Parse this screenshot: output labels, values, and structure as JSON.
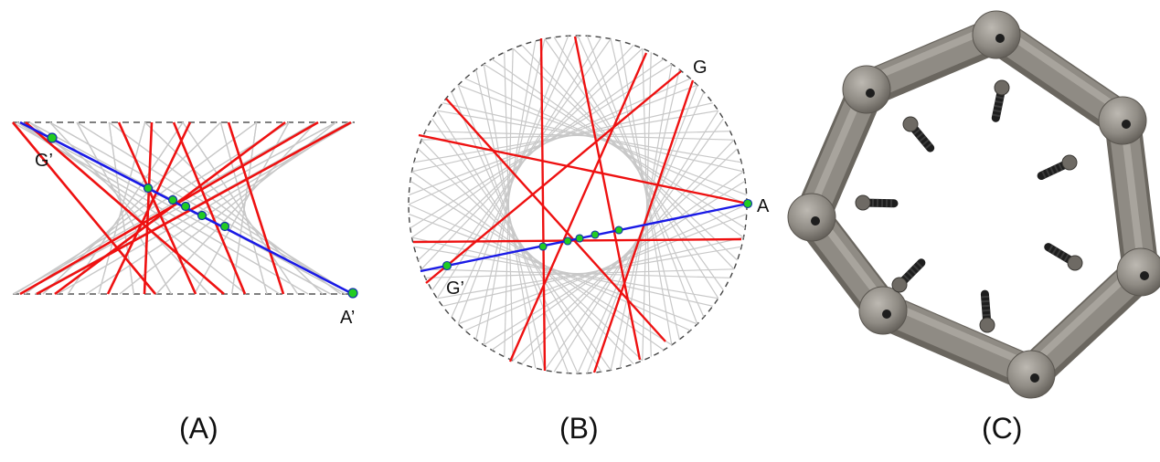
{
  "figure": {
    "colors": {
      "background": "#ffffff",
      "grey_line": "#c8c8c8",
      "red_line": "#ee1111",
      "blue_line": "#1a1ae6",
      "point_fill": "#22cc22",
      "point_stroke": "#1133aa",
      "boundary": "#555555",
      "frame_body": "#8f8b84",
      "frame_light": "#b3afa8",
      "frame_dark": "#6a665f",
      "bolt": "#1e1e1e"
    },
    "panels": [
      {
        "id": "A",
        "caption": "(A)",
        "point_labels": [
          "G’",
          "A’"
        ]
      },
      {
        "id": "B",
        "caption": "(B)",
        "point_labels": [
          "G",
          "A",
          "G’"
        ]
      },
      {
        "id": "C",
        "caption": "(C)"
      }
    ]
  }
}
